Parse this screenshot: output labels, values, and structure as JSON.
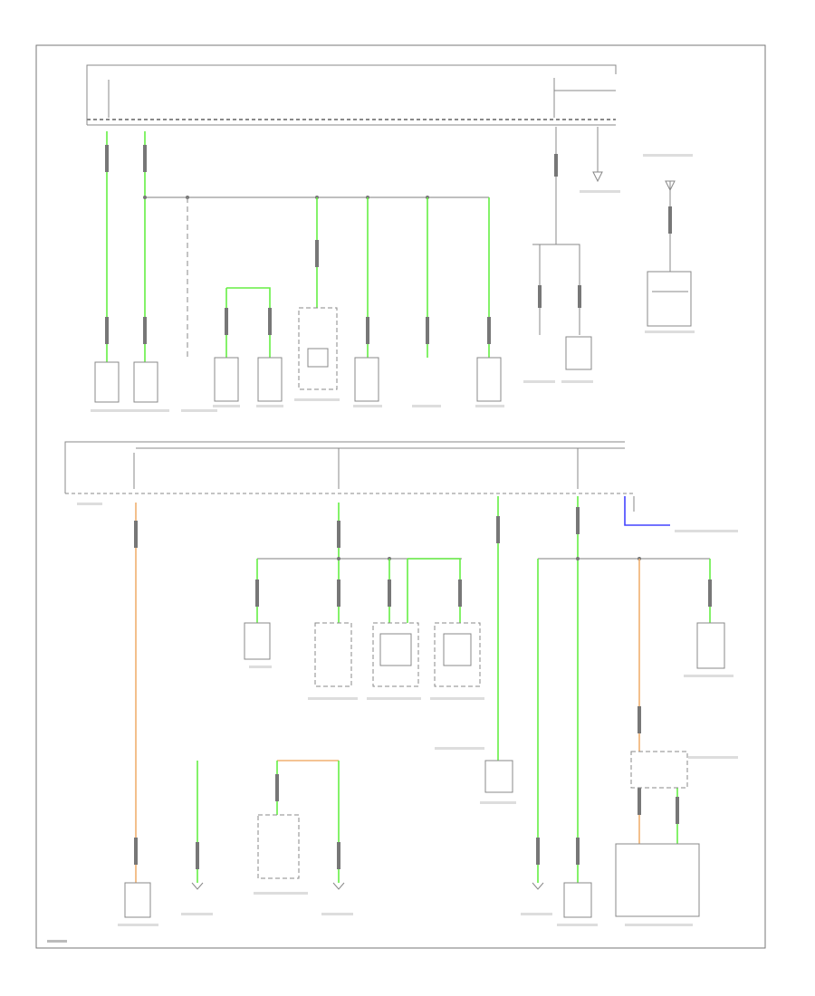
{
  "diagram": {
    "footer_code": "",
    "colors": {
      "green_wire": "#66ee44",
      "orange_wire": "#f0b070",
      "blue_wire": "#4444ff",
      "black_wire": "#888888"
    },
    "components_top": [
      {
        "id": "t1"
      },
      {
        "id": "t2"
      },
      {
        "id": "t3"
      },
      {
        "id": "t4"
      },
      {
        "id": "t5"
      },
      {
        "id": "t6"
      },
      {
        "id": "t7"
      },
      {
        "id": "t8"
      },
      {
        "id": "t9"
      },
      {
        "id": "t10"
      },
      {
        "id": "t11"
      },
      {
        "id": "t12"
      }
    ],
    "components_bottom": [
      {
        "id": "b1"
      },
      {
        "id": "b2"
      },
      {
        "id": "b3"
      },
      {
        "id": "b4"
      },
      {
        "id": "b5"
      },
      {
        "id": "b6"
      },
      {
        "id": "b7"
      },
      {
        "id": "b8"
      },
      {
        "id": "b9"
      },
      {
        "id": "b10"
      },
      {
        "id": "b11"
      },
      {
        "id": "b12"
      },
      {
        "id": "b13"
      },
      {
        "id": "b14"
      }
    ]
  }
}
